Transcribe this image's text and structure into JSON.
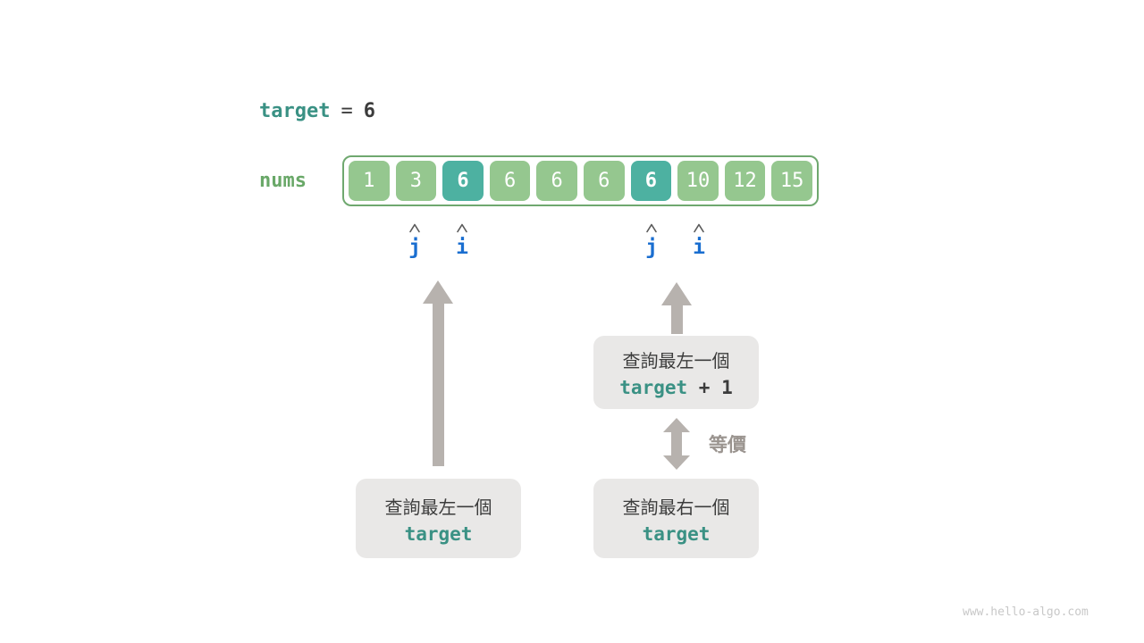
{
  "colors": {
    "green_box": "#95c78f",
    "teal_box": "#4db1a1",
    "array_border": "#6fa86f",
    "green_text": "#69a868",
    "teal_text": "#3a9184",
    "blue_text": "#1a6ed0",
    "gray_arrow": "#b7b2ae",
    "gray_box": "#e9e8e7",
    "dark_text": "#3c3c3c",
    "caret": "#5a5a5a",
    "equiv_text": "#9a948f",
    "watermark": "#c8c8c8"
  },
  "header": {
    "target_label": "target",
    "equals": "=",
    "target_value": "6"
  },
  "array": {
    "label": "nums",
    "cells": [
      {
        "value": "1",
        "highlight": false
      },
      {
        "value": "3",
        "highlight": false
      },
      {
        "value": "6",
        "highlight": true
      },
      {
        "value": "6",
        "highlight": false
      },
      {
        "value": "6",
        "highlight": false
      },
      {
        "value": "6",
        "highlight": false
      },
      {
        "value": "6",
        "highlight": true
      },
      {
        "value": "10",
        "highlight": false
      },
      {
        "value": "12",
        "highlight": false
      },
      {
        "value": "15",
        "highlight": false
      }
    ]
  },
  "pointers": {
    "left": {
      "j": "j",
      "i": "i"
    },
    "right": {
      "j": "j",
      "i": "i"
    }
  },
  "boxes": {
    "query_leftmost_target": {
      "line1": "查詢最左一個",
      "code": "target"
    },
    "query_leftmost_target_plus1": {
      "line1": "查詢最左一個",
      "code": "target",
      "suffix": " + 1"
    },
    "query_rightmost_target": {
      "line1": "查詢最右一個",
      "code": "target"
    }
  },
  "labels": {
    "equivalence": "等價"
  },
  "watermark": "www.hello-algo.com"
}
